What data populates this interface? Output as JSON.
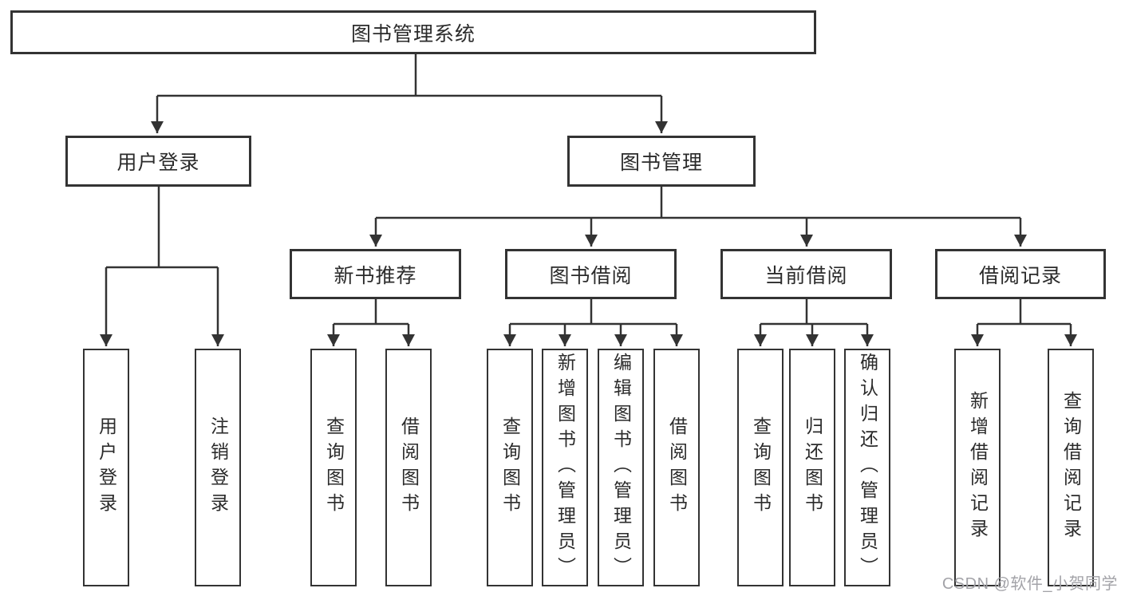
{
  "diagram": {
    "title": "图书管理系统",
    "root": {
      "label": "图书管理系统"
    },
    "level2": [
      {
        "label": "用户登录"
      },
      {
        "label": "图书管理"
      }
    ],
    "level3": [
      {
        "label": "新书推荐"
      },
      {
        "label": "图书借阅"
      },
      {
        "label": "当前借阅"
      },
      {
        "label": "借阅记录"
      }
    ],
    "leaves": {
      "user_login": [
        "用户登录",
        "注销登录"
      ],
      "new_books": [
        "查询图书",
        "借阅图书"
      ],
      "book_borrow": [
        "查询图书",
        "新增图书（管理员）",
        "编辑图书（管理员）",
        "借阅图书"
      ],
      "current_borrow": [
        "查询图书",
        "归还图书",
        "确认归还（管理员）"
      ],
      "borrow_records": [
        "新增借阅记录",
        "查询借阅记录"
      ]
    }
  },
  "watermark": {
    "text": "CSDN @软件_小贺同学"
  },
  "colors": {
    "background": "#ffffff",
    "line": "#333333",
    "box_border": "#333333",
    "text": "#2b2b2b",
    "watermark": "#a3a3a8"
  }
}
